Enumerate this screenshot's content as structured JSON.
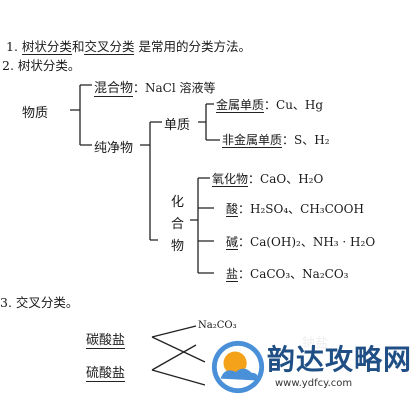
{
  "section1": {
    "num": "1.",
    "term1": "树状分类",
    "and": "和",
    "term2": "交叉分类",
    "tail": "是常用的分类方法。"
  },
  "section2": {
    "heading": "2. 树状分类。",
    "root": "物质",
    "mixture": "混合物",
    "mixture_example": "：NaCl 溶液等",
    "pure": "纯净物",
    "element": "单质",
    "metal": "金属单质",
    "metal_example": "：Cu、Hg",
    "nonmetal": "非金属单质",
    "nonmetal_example": "：S、H₂",
    "compound_chars": [
      "化",
      "合",
      "物"
    ],
    "oxide": "氧化物",
    "oxide_example": "：CaO、H₂O",
    "acid": "酸",
    "acid_example": "：H₂SO₄、CH₃COOH",
    "base": "碱",
    "base_example": "：Ca(OH)₂、NH₃ · H₂O",
    "salt": "盐",
    "salt_example": "：CaCO₃、Na₂CO₃"
  },
  "section3": {
    "heading": "3. 交叉分类。",
    "left1": "碳酸盐",
    "left2": "硫酸盐",
    "mid1": "Na₂CO₃",
    "right1": "钠盐"
  },
  "watermark": {
    "text": "韵达攻略网",
    "url": "www.ydfcy.com",
    "colors": {
      "brand": "#1f4f85",
      "sun": "#f4a21a",
      "sky": "#4a90d9"
    }
  }
}
